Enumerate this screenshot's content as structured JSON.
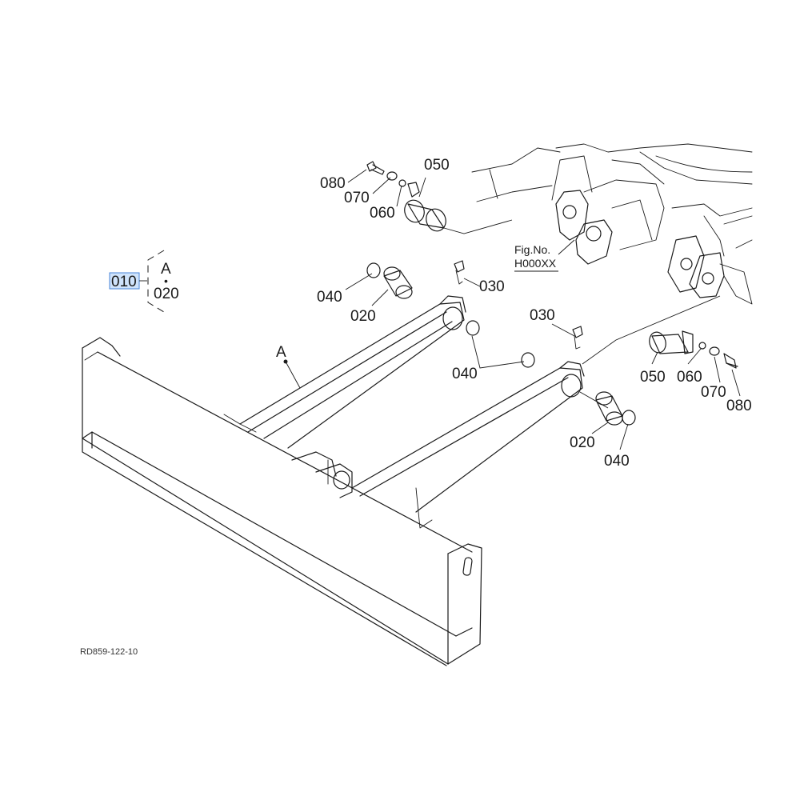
{
  "legend": {
    "main_part": "010",
    "assembly_letter": "A",
    "dot": "•",
    "sub_part": "020"
  },
  "assembly_label": "A",
  "callouts": {
    "top_080": "080",
    "top_070": "070",
    "top_060": "060",
    "top_050": "050",
    "left_040": "040",
    "left_020": "020",
    "left_030": "030",
    "mid_040": "040",
    "right_030": "030",
    "right_050": "050",
    "right_060": "060",
    "right_070": "070",
    "right_080": "080",
    "right_020": "020",
    "right_040": "040"
  },
  "fig_ref": {
    "line1": "Fig.No.",
    "line2": "H000XX"
  },
  "drawing_code": "RD859-122-10",
  "colors": {
    "highlight_fill": "#cfe3fb",
    "highlight_stroke": "#4a86d8",
    "ink": "#1a1a1a"
  }
}
